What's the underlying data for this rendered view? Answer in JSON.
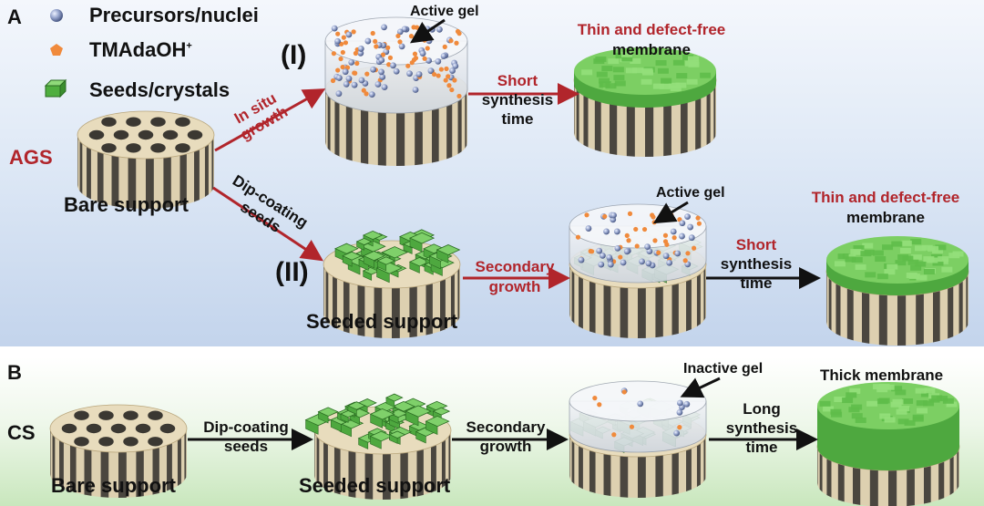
{
  "panel_a": {
    "letter": "A",
    "method": "AGS",
    "legend": {
      "precursors": "Precursors/nuclei",
      "tmadaoh": "TMAdaOH",
      "tmadaoh_sup": "+",
      "seeds": "Seeds/crystals"
    },
    "bare_support": "Bare support",
    "route_1": {
      "roman": "(I)",
      "arrow_label_line1": "In situ",
      "arrow_label_line2": "growth",
      "gel_label": "Active gel",
      "step_line1": "Short",
      "step_line2": "synthesis",
      "step_line3": "time",
      "result_line1": "Thin and defect-free",
      "result_line2": "membrane"
    },
    "route_2": {
      "roman": "(II)",
      "arrow_label_line1": "Dip-coating",
      "arrow_label_line2": "seeds",
      "seeded_support": "Seeded support",
      "secondary_line1": "Secondary",
      "secondary_line2": "growth",
      "gel_label": "Active gel",
      "step_line1": "Short",
      "step_line2": "synthesis",
      "step_line3": "time",
      "result_line1": "Thin and defect-free",
      "result_line2": "membrane"
    }
  },
  "panel_b": {
    "letter": "B",
    "method": "CS",
    "bare_support": "Bare support",
    "dip_line1": "Dip-coating",
    "dip_line2": "seeds",
    "seeded_support": "Seeded support",
    "secondary_line1": "Secondary",
    "secondary_line2": "growth",
    "gel_label": "Inactive gel",
    "long_line1": "Long",
    "long_line2": "synthesis",
    "long_line3": "time",
    "result": "Thick membrane"
  },
  "colors": {
    "accent_red": "#b1252b",
    "support_tan": "#ddd0b0",
    "support_dark": "#4a463f",
    "crystal_green": "#66bb55",
    "precursor_blue": "#8fa0c8",
    "tmadaoh_orange": "#f08a3c"
  }
}
